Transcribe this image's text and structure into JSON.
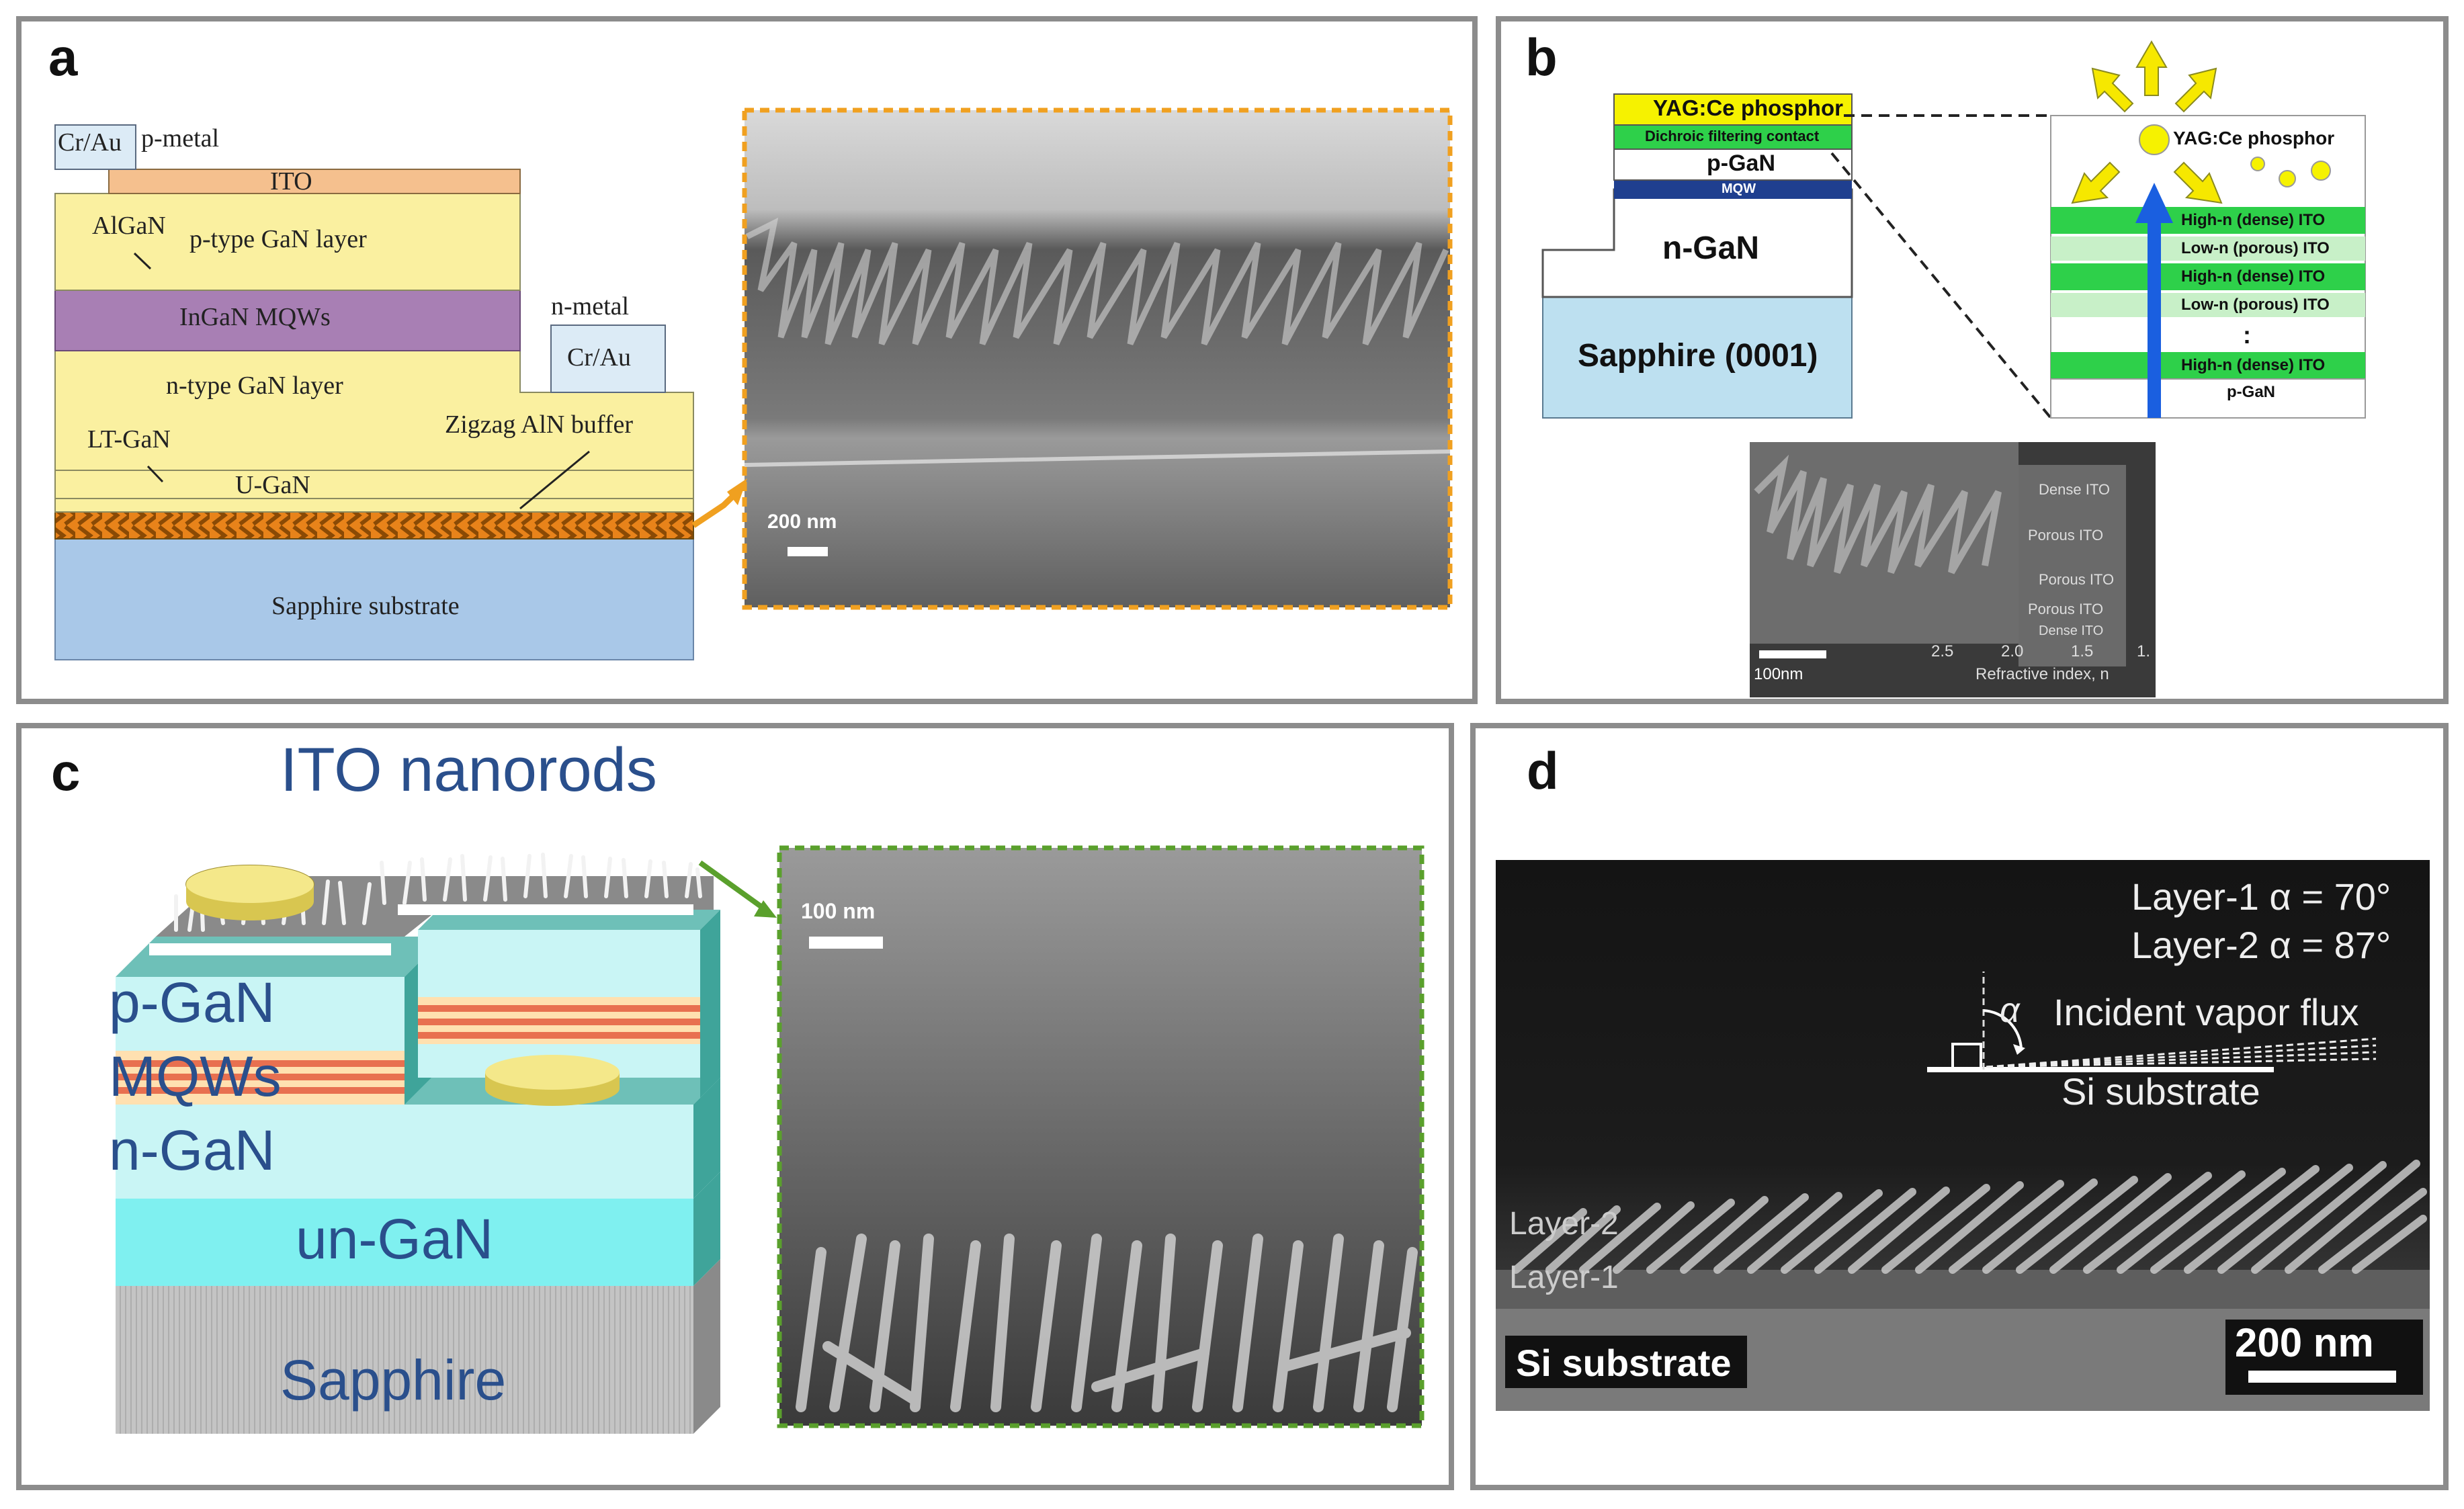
{
  "panels": {
    "a": {
      "label": "a",
      "layers": {
        "cr_au_p": "Cr/Au",
        "p_metal": "p-metal",
        "ito": "ITO",
        "algan": "AlGaN",
        "p_type": "p-type GaN layer",
        "ingan": "InGaN MQWs",
        "n_metal": "n-metal",
        "cr_au_n": "Cr/Au",
        "n_type": "n-type GaN layer",
        "zigzag": "Zigzag AlN buffer",
        "lt_gan": "LT-GaN",
        "u_gan": "U-GaN",
        "sapphire": "Sapphire substrate"
      },
      "sem_scale": "200 nm"
    },
    "b": {
      "label": "b",
      "stack": {
        "yag": "YAG:Ce phosphor",
        "dichroic": "Dichroic filtering contact",
        "p_gan": "p-GaN",
        "mqw": "MQW",
        "n_gan": "n-GaN",
        "sapphire": "Sapphire (0001)"
      },
      "zoom": {
        "phosphor": "YAG:Ce phosphor",
        "layers": [
          "High-n (dense) ITO",
          "Low-n (porous) ITO",
          "High-n (dense) ITO",
          "Low-n (porous) ITO",
          "High-n (dense) ITO"
        ],
        "dots": ":",
        "p_gan": "p-GaN"
      },
      "sem": {
        "labels": [
          "Dense ITO",
          "Porous ITO",
          "Porous ITO",
          "Porous ITO",
          "Dense ITO"
        ],
        "scale": "100nm",
        "axis_ticks": [
          "2.5",
          "2.0",
          "1.5",
          "1."
        ],
        "axis_label": "Refractive index, n"
      }
    },
    "c": {
      "label": "c",
      "title": "ITO nanorods",
      "layers": {
        "p_gan": "p-GaN",
        "mqws": "MQWs",
        "n_gan": "n-GaN",
        "un_gan": "un-GaN",
        "sapphire": "Sapphire"
      },
      "sem_scale": "100 nm"
    },
    "d": {
      "label": "d",
      "layer1_angle": "Layer-1 α = 70°",
      "layer2_angle": "Layer-2 α = 87°",
      "alpha": "α",
      "incident": "Incident vapor flux",
      "si_inset": "Si substrate",
      "layer2": "Layer-2",
      "layer1": "Layer-1",
      "si_bottom": "Si substrate",
      "scale": "200 nm"
    }
  },
  "colors": {
    "yellow_layer": "#faf0a0",
    "purple_mqw": "#a87fb4",
    "ito_orange": "#f5c08e",
    "sapphire_blue": "#a9c8e8",
    "orange_accent": "#f0a020",
    "green_accent": "#5aa02c",
    "cyan_gan": "#b8f0f0",
    "deep_blue_text": "#2a4f8c"
  }
}
